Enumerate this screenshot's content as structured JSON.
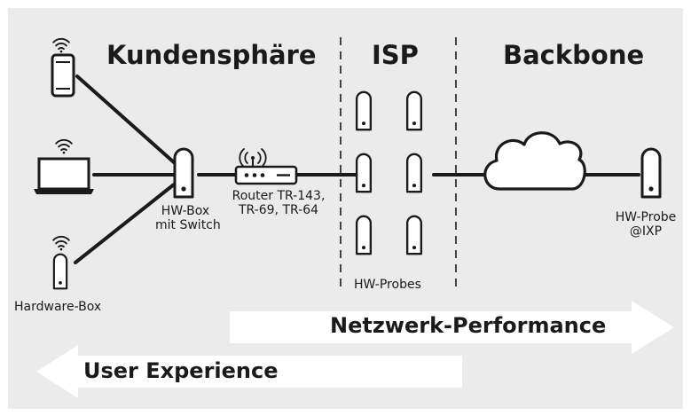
{
  "sections": {
    "customer": "Kundensphäre",
    "isp": "ISP",
    "backbone": "Backbone"
  },
  "labels": {
    "hardware_box": "Hardware-Box",
    "hw_box_line1": "HW-Box",
    "hw_box_line2": "mit Switch",
    "router_line1": "Router TR-143,",
    "router_line2": "TR-69, TR-64",
    "hw_probes": "HW-Probes",
    "hw_probe_line1": "HW-Probe",
    "hw_probe_line2": "@IXP"
  },
  "arrows": {
    "network_performance": "Netzwerk-Performance",
    "user_experience": "User Experience"
  },
  "icons": {
    "phone": "smartphone-icon",
    "laptop": "laptop-icon",
    "box": "hardware-box-icon",
    "router": "router-icon",
    "cloud": "cloud-icon",
    "wifi": "wifi-icon"
  },
  "colors": {
    "background": "#ebebeb",
    "stroke": "#1a1a1a",
    "arrow_fill": "#ffffff"
  }
}
